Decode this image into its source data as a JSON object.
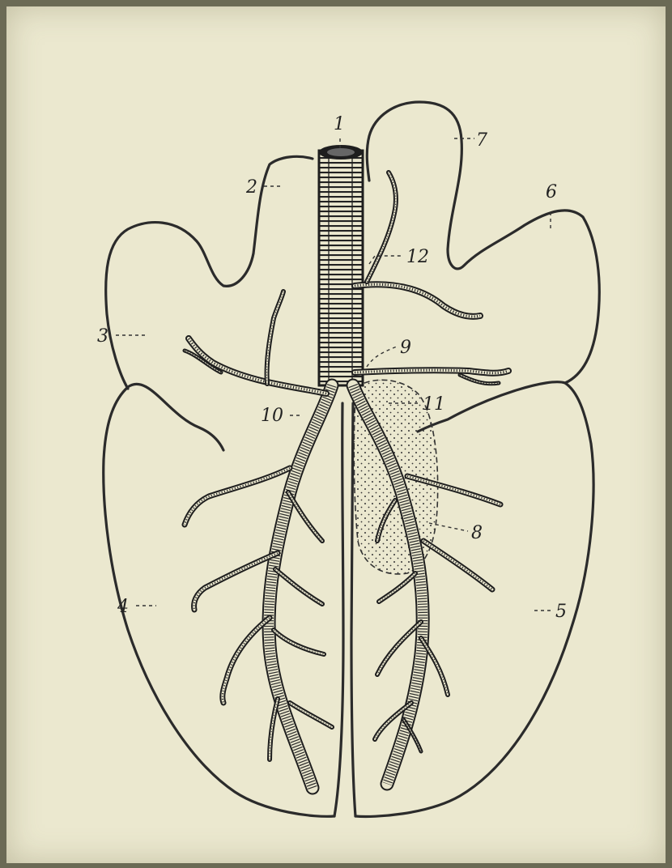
{
  "figure": {
    "labels": [
      "1",
      "2",
      "3",
      "4",
      "5",
      "6",
      "7",
      "8",
      "9",
      "10",
      "11",
      "12"
    ]
  },
  "colors": {
    "paper": "#ebe8cf",
    "ink": "#222222",
    "background": "#6b6a55"
  }
}
